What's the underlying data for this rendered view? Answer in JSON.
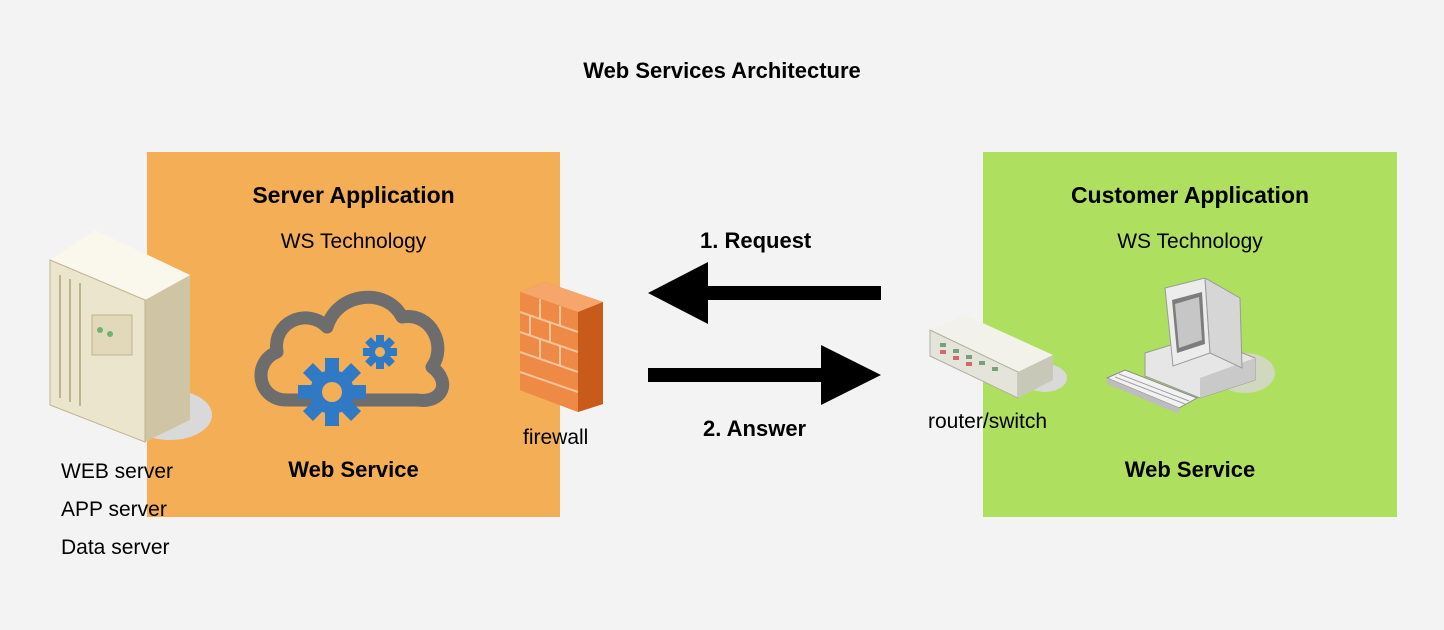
{
  "title": "Web Services Architecture",
  "server_panel": {
    "title": "Server Application",
    "subtitle": "WS Technology",
    "footer": "Web Service",
    "color": "#f4ae55"
  },
  "customer_panel": {
    "title": "Customer Application",
    "subtitle": "WS Technology",
    "footer": "Web Service",
    "color": "#afdf5e"
  },
  "server_labels": [
    "WEB server",
    "APP server",
    "Data server"
  ],
  "firewall_label": "firewall",
  "router_label": "router/switch",
  "request_label": "1. Request",
  "answer_label": "2. Answer",
  "icons": [
    "server-tower-icon",
    "cloud-gears-icon",
    "firewall-icon",
    "router-switch-icon",
    "desktop-computer-icon"
  ],
  "colors": {
    "cloud": "#6d6d6d",
    "gears": "#2f79c5",
    "firewall": "#e8742c"
  }
}
